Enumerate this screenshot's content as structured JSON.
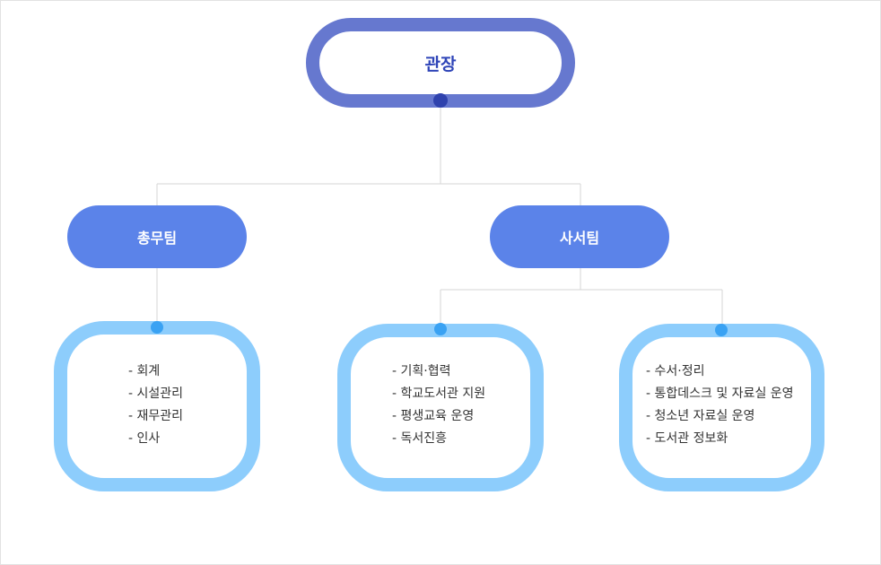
{
  "root": {
    "label": "관장"
  },
  "teams": [
    {
      "label": "총무팀",
      "duties": [
        "- 회계",
        "- 시설관리",
        "- 재무관리",
        "- 인사"
      ]
    },
    {
      "label": "사서팀",
      "units": [
        {
          "duties": [
            "- 기획·협력",
            "- 학교도서관 지원",
            "- 평생교육 운영",
            "- 독서진흥"
          ]
        },
        {
          "duties": [
            "- 수서·정리",
            "- 통합데스크 및 자료실 운영",
            "- 청소년 자료실 운영",
            "- 도서관 정보화"
          ]
        }
      ]
    }
  ],
  "colors": {
    "root_border": "#6678cf",
    "root_text": "#2f45b8",
    "team_fill": "#5b83e9",
    "box_border": "#8dcdfc",
    "connector": "#d6d6d6"
  }
}
